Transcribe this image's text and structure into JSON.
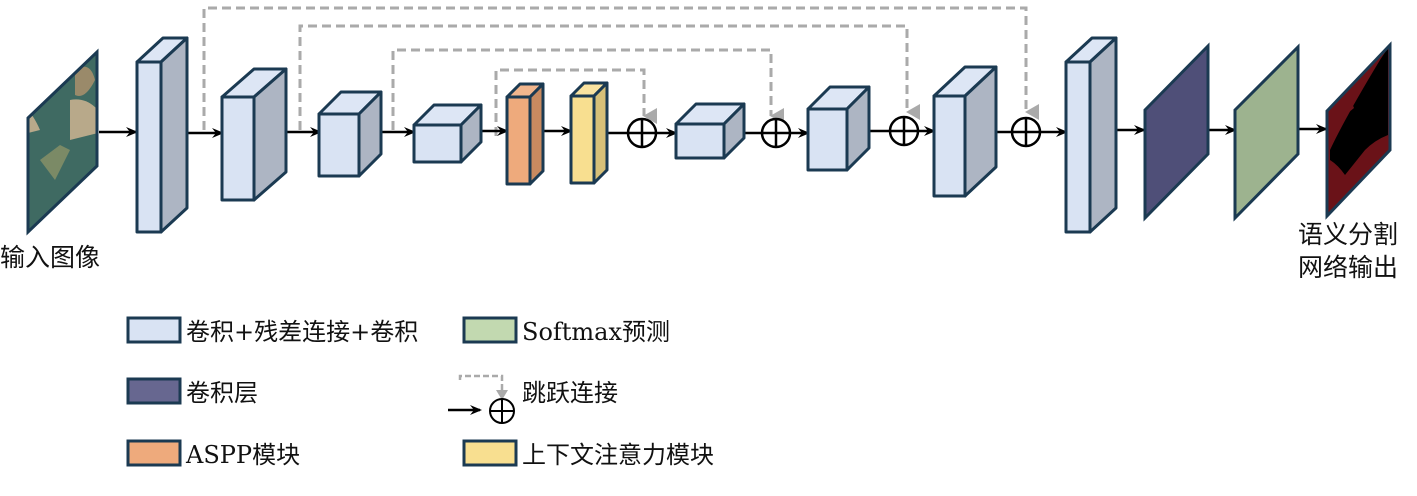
{
  "labels": {
    "input": "输入图像",
    "output_line1": "语义分割",
    "output_line2": "网络输出"
  },
  "colors": {
    "block_front": "#d9e3f3",
    "block_side": "#adb5c3",
    "block_top": "#dde6f5",
    "stroke": "#1b3a52",
    "aspp_front": "#eeaa7c",
    "aspp_side": "#c88a60",
    "aspp_top": "#f1b68d",
    "attn_front": "#f8df90",
    "attn_side": "#d7c078",
    "attn_top": "#f9e3a0",
    "conv_layer": "#4f4f78",
    "softmax": "#9db38f",
    "skip_line": "#aaaaaa",
    "output_bg": "#6a1218"
  },
  "legend": {
    "items": [
      {
        "key": "residual",
        "label": "卷积+残差连接+卷积"
      },
      {
        "key": "softmax",
        "label": "Softmax预测"
      },
      {
        "key": "conv",
        "label": "卷积层"
      },
      {
        "key": "skip",
        "label": "跳跃连接"
      },
      {
        "key": "aspp",
        "label": "ASPP模块"
      },
      {
        "key": "attention",
        "label": "上下文注意力模块"
      }
    ]
  }
}
